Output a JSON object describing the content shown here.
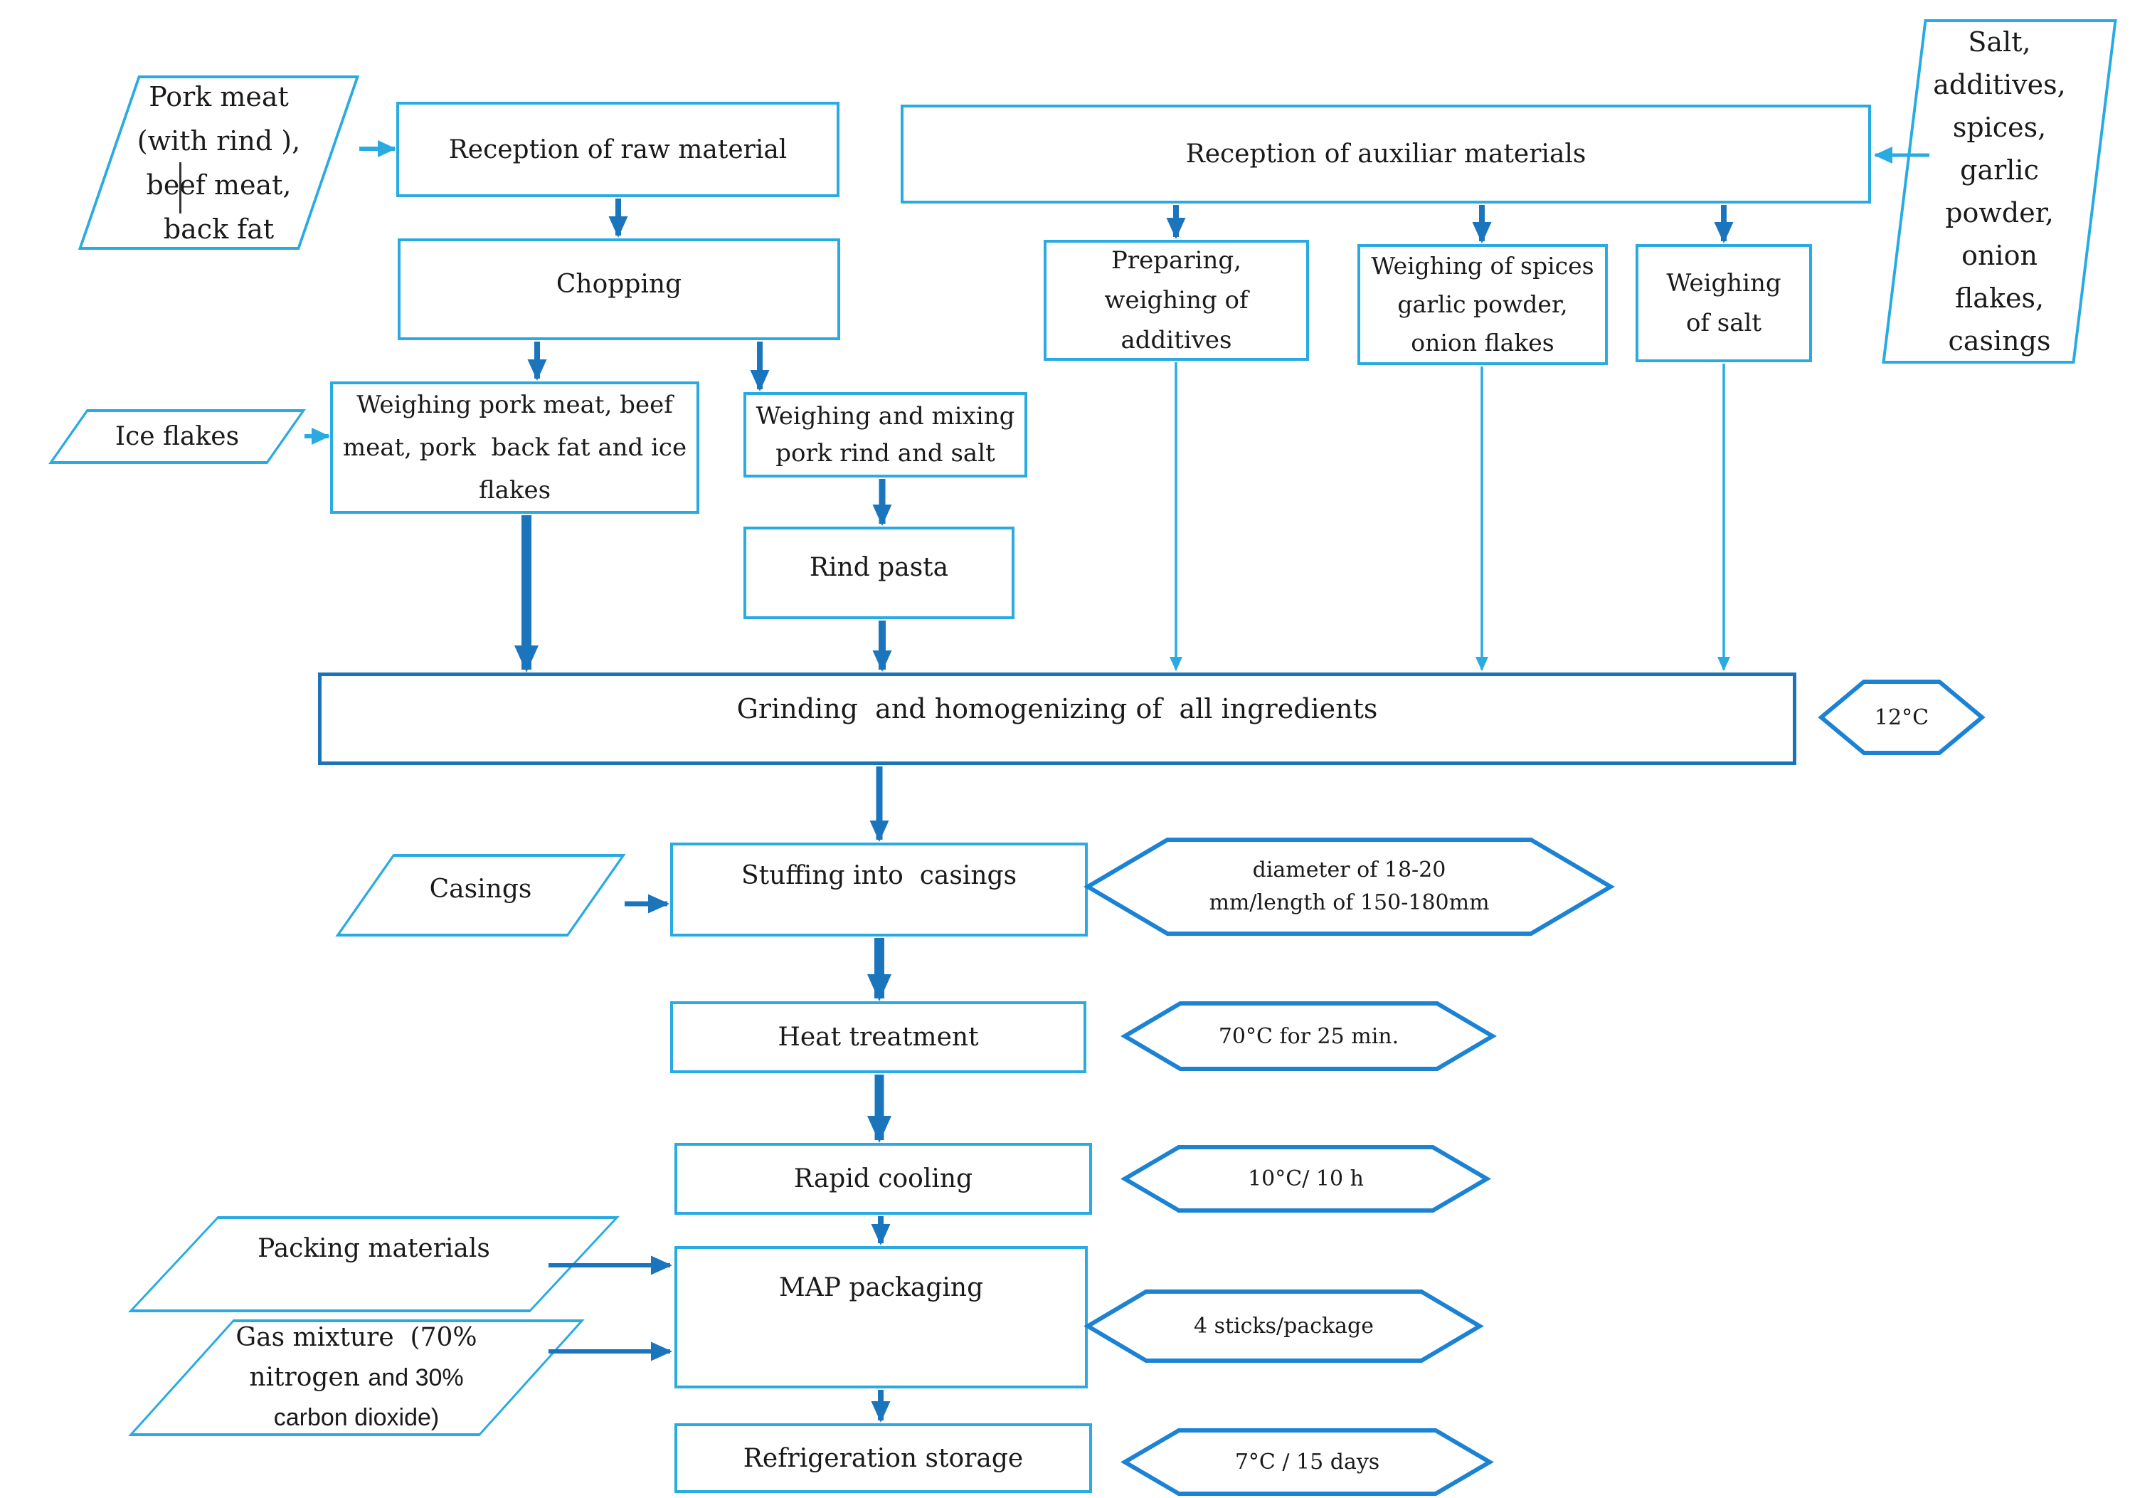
{
  "colors": {
    "box_border": "#29ABE2",
    "arrow_light": "#29ABE2",
    "arrow_dark": "#1B75BC",
    "hex_border": "#1B82D4",
    "grinding_border": "#1C74B8",
    "text_color": "#1A1A1A",
    "background": "#FFFFFF"
  },
  "nodes": {
    "pork_meat": {
      "lines": [
        "Pork meat",
        "(with rind ),",
        "beef meat,",
        "back fat"
      ]
    },
    "reception_raw": {
      "label": "Reception of raw material"
    },
    "reception_aux": {
      "label": "Reception of auxiliar materials"
    },
    "salt_additives": {
      "lines": [
        "Salt,",
        "additives,",
        "spices,",
        "garlic",
        "powder,",
        "onion",
        "flakes,",
        "casings"
      ]
    },
    "chopping": {
      "label": "Chopping"
    },
    "preparing_additives": {
      "lines": [
        "Preparing,",
        "weighing of",
        "additives"
      ]
    },
    "weighing_spices": {
      "lines": [
        "Weighing of spices",
        "garlic powder,",
        "onion flakes"
      ]
    },
    "weighing_salt": {
      "lines": [
        "Weighing",
        "of salt"
      ]
    },
    "ice_flakes": {
      "label": "Ice flakes"
    },
    "weighing_pork": {
      "lines": [
        "Weighing pork meat, beef",
        "meat, pork  back fat and ice",
        "flakes"
      ]
    },
    "weighing_mixing": {
      "lines": [
        "Weighing and mixing",
        "pork rind and salt"
      ]
    },
    "rind_pasta": {
      "label": "Rind pasta"
    },
    "grinding": {
      "label": "Grinding  and homogenizing of  all ingredients"
    },
    "casings": {
      "label": "Casings"
    },
    "stuffing": {
      "label": "Stuffing into  casings"
    },
    "heat_treatment": {
      "label": "Heat treatment"
    },
    "rapid_cooling": {
      "label": "Rapid cooling"
    },
    "packing_materials": {
      "label": "Packing materials"
    },
    "gas_mixture": {
      "line1": "Gas mixture  (70%",
      "line2a": "nitrogen ",
      "line2b": "and 30%",
      "line3": "carbon dioxide)"
    },
    "map_packaging": {
      "label": "MAP packaging"
    },
    "refrigeration": {
      "label": "Refrigeration storage"
    }
  },
  "annotations": {
    "grinding_temp": "12°C",
    "stuffing_size_line1": "diameter of 18-20",
    "stuffing_size_line2": "mm/length of 150-180mm",
    "heat_params": "70°C for 25 min.",
    "cooling_params": "10°C/ 10 h",
    "packaging_count": "4 sticks/package",
    "storage_params": "7°C / 15 days"
  }
}
